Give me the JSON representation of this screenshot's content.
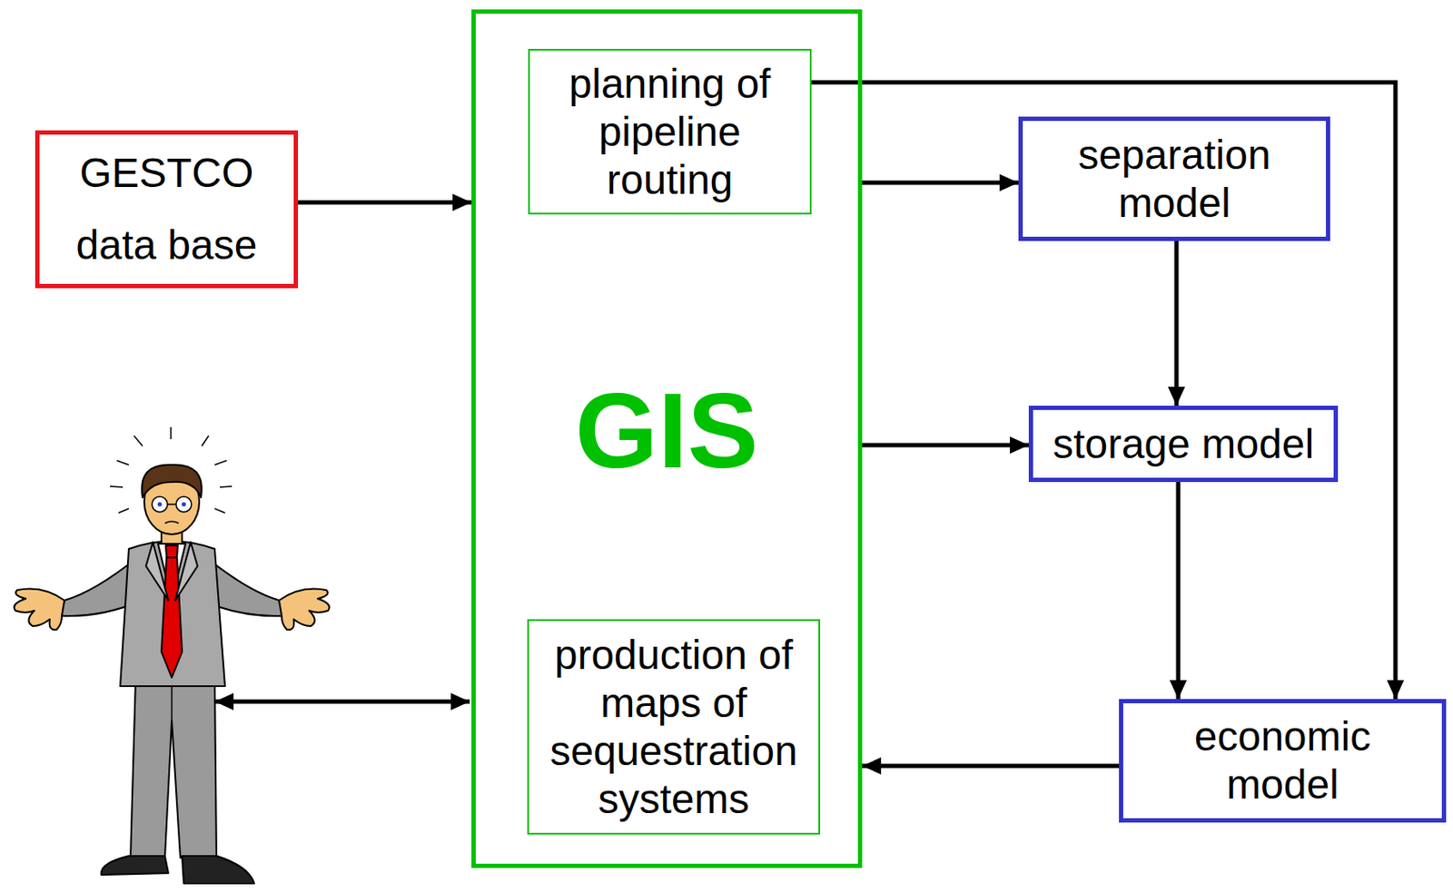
{
  "diagram": {
    "nodes": [
      {
        "text": [
          "GESTCO data base"
        ]
      },
      {
        "text": [
          "GIS"
        ]
      },
      {
        "text": [
          "planning of pipeline routing"
        ],
        "in": 1
      },
      {
        "text": [
          "production of maps of sequestration systems"
        ],
        "in": 1
      },
      {
        "text": [
          "separation model"
        ]
      },
      {
        "text": [
          "storage model"
        ]
      },
      {
        "text": [
          "economic model"
        ]
      }
    ],
    "edges": [
      {
        "from": 0,
        "to": 1,
        "arrow": "to"
      },
      {
        "from": 2,
        "to": 6,
        "arrow": "to"
      },
      {
        "from": 1,
        "to": 4,
        "arrow": "to"
      },
      {
        "from": 1,
        "to": 5,
        "arrow": "to"
      },
      {
        "from": 4,
        "to": 5,
        "arrow": "to"
      },
      {
        "from": 5,
        "to": 6,
        "arrow": "to"
      },
      {
        "from": 6,
        "to": 1,
        "arrow": "to"
      }
    ]
  }
}
